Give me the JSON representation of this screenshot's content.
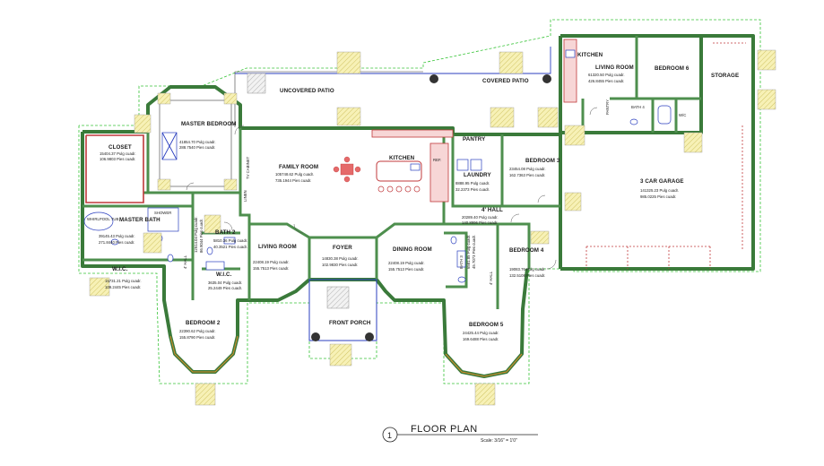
{
  "drawing": {
    "title": "FLOOR PLAN",
    "number": "1",
    "scale": "Scale: 3/16\" = 1'0\""
  },
  "rooms": {
    "uncovered_patio": {
      "name": "UNCOVERED PATIO"
    },
    "covered_patio": {
      "name": "COVERED PATIO"
    },
    "master_bedroom": {
      "name": "MASTER BEDROOM",
      "area1": "41854.70 Pulg cuadr.",
      "area2": "288.7540 Pies cuadr."
    },
    "closet": {
      "name": "CLOSET",
      "area1": "15404.37 Pulg cuadr.",
      "area2": "106.9803 Pies cuadr."
    },
    "family_room": {
      "name": "FAMILY ROOM",
      "area1": "105748.62 Pulg cuadr.",
      "area2": "735.1944 Pies cuadr."
    },
    "kitchen_main": {
      "name": "KITCHEN"
    },
    "pantry_main": {
      "name": "PANTRY"
    },
    "laundry": {
      "name": "LAUNDRY",
      "area1": "8888.95 Pulg cuadr.",
      "area2": "32.2373 Pies cuadr."
    },
    "bedroom3": {
      "name": "BEDROOM 3",
      "area1": "23454.08 Pulg cuadr.",
      "area2": "162.7363 Pies cuadr."
    },
    "kitchen_apt": {
      "name": "KITCHEN"
    },
    "living_room_apt": {
      "name": "LIVING ROOM",
      "area1": "61320.50 Pulg cuadr.",
      "area2": "426.8455 Pies cuadr."
    },
    "bedroom6": {
      "name": "BEDROOM 6"
    },
    "storage": {
      "name": "STORAGE"
    },
    "pantry_apt": {
      "name": "PANTRY"
    },
    "bath4": {
      "name": "BATH 4"
    },
    "wic_apt": {
      "name": "W/C"
    },
    "garage": {
      "name": "3 CAR GARAGE",
      "area1": "141325.23 Pulg cuadr.",
      "area2": "985.0225 Pies cuadr."
    },
    "master_bath": {
      "name": "MASTER BATH",
      "area1": "39145.43 Pulg cuadr.",
      "area2": "271.8440 Pies cuadr."
    },
    "whirlpool": {
      "name": "WHIRLPOOL TUB"
    },
    "shower": {
      "name": "SHOWER"
    },
    "hall4_left": {
      "name": "4' HALL",
      "area1": "12514.04 Pulg cuadr.",
      "area2": "86.9044 Pies cuadr."
    },
    "bath2": {
      "name": "BATH 2",
      "area1": "5810.36 Pulg cuadr.",
      "area2": "40.3521 Pies cuadr."
    },
    "living_room": {
      "name": "LIVING ROOM",
      "area1": "22408.19 Pulg cuadr.",
      "area2": "155.7513 Pies cuadr."
    },
    "foyer": {
      "name": "FOYER",
      "area1": "14830.38 Pulg cuadr.",
      "area2": "102.9830 Pies cuadr."
    },
    "dining_room": {
      "name": "DINING ROOM",
      "area1": "22408.19 Pulg cuadr.",
      "area2": "155.7513 Pies cuadr."
    },
    "hall4_right": {
      "name": "4' HALL",
      "area1": "20289.40 Pulg cuadr.",
      "area2": "140.8996 Pies cuadr."
    },
    "bath3": {
      "name": "BATH 3",
      "area1": "6581.85 Pulg cuadr.",
      "area2": "45.7073 Pies cuadr."
    },
    "hall4_vertical": {
      "name": "4' HALL"
    },
    "bedroom4": {
      "name": "BEDROOM 4",
      "area1": "19083.76 Pulg cuadr.",
      "area2": "132.5108 Pies cuadr."
    },
    "wic_master": {
      "name": "W.I.C.",
      "area1": "15731.21 Pulg cuadr.",
      "area2": "109.2445 Pies cuadr."
    },
    "wic_bath2": {
      "name": "W.I.C.",
      "area1": "3635.04 Pulg cuadr.",
      "area2": "25.2449 Pies cuadr."
    },
    "bedroom2": {
      "name": "BEDROOM 2",
      "area1": "22390.62 Pulg cuadr.",
      "area2": "155.8790 Pies cuadr."
    },
    "front_porch": {
      "name": "FRONT PORCH"
    },
    "bedroom5": {
      "name": "BEDROOM 5",
      "area1": "24425.44 Pulg cuadr.",
      "area2": "169.6488 Pies cuadr."
    }
  },
  "side_labels": {
    "refrigerator": "REF.",
    "tv_cabinet": "TV CABINET",
    "linen": "LINEN"
  },
  "colors": {
    "wall": "#3a7a3a",
    "interior_wall": "#4e8f4e",
    "dashed_outline": "#37c437",
    "fixtures": "#2b3fbf",
    "kitchen_red": "#c0393b",
    "skylight_hatch": "#e6dc74"
  }
}
